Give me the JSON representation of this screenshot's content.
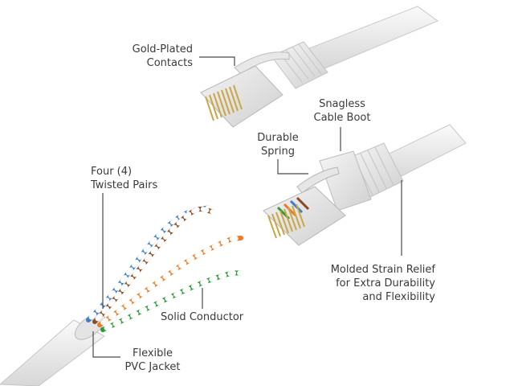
{
  "labels": {
    "contacts": [
      "Gold-Plated",
      "Contacts"
    ],
    "boot": [
      "Snagless",
      "Cable Boot"
    ],
    "spring": [
      "Durable",
      "Spring"
    ],
    "pairs": [
      "Four (4)",
      "Twisted Pairs"
    ],
    "strain": [
      "Molded Strain Relief",
      "for Extra Durability",
      "and Flexibility"
    ],
    "conductor": "Solid Conductor",
    "jacket": [
      "Flexible",
      "PVC Jacket"
    ]
  },
  "colors": {
    "cable": "#f1f1f1",
    "cable_shade": "#d4d4d4",
    "gold": "#c9a646",
    "blue": "#3a7fc8",
    "brown": "#8a4a22",
    "orange": "#f07a22",
    "green": "#2e9a3a",
    "leader": "#4a4a4a"
  }
}
